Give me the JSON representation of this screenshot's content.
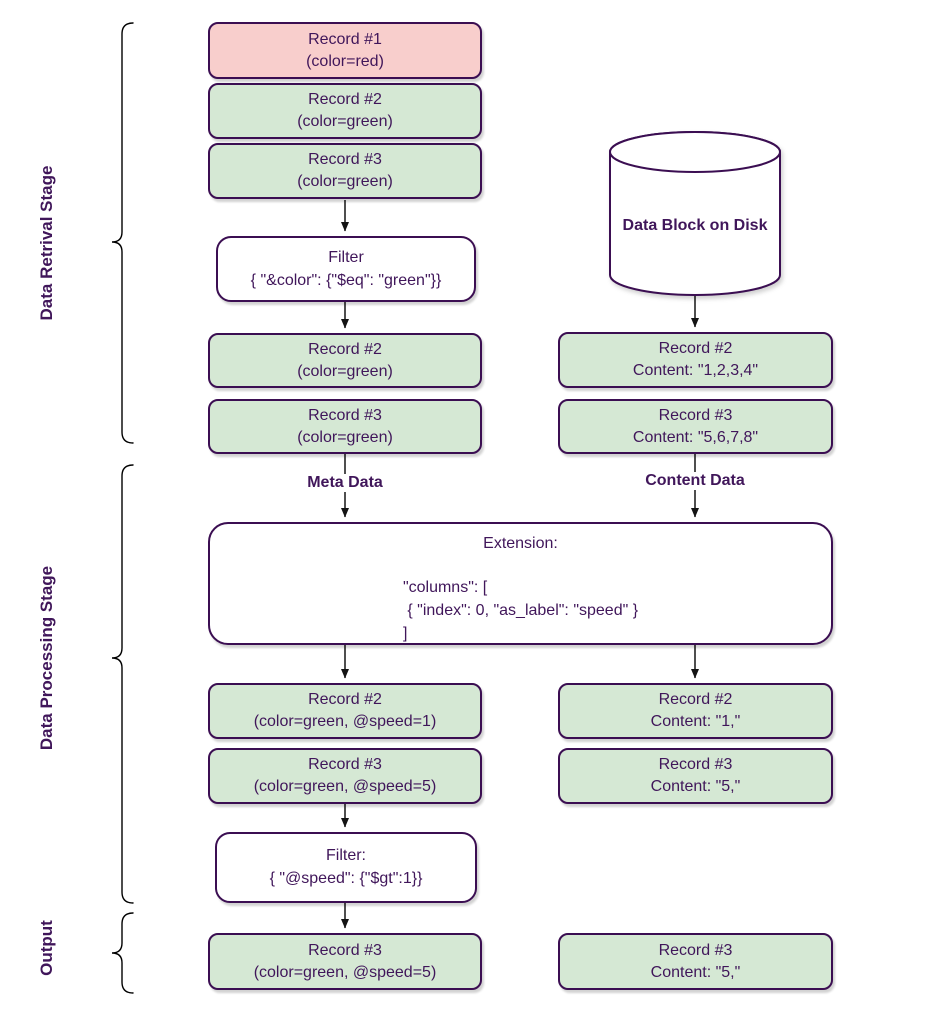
{
  "stage_labels": {
    "retrieval": "Data Retrival Stage",
    "processing": "Data Processing Stage",
    "output": "Output"
  },
  "column_labels": {
    "meta": "Meta Data",
    "content": "Content Data"
  },
  "nodes": {
    "record1_meta": {
      "title": "Record #1",
      "detail": "(color=red)"
    },
    "record2_meta": {
      "title": "Record #2",
      "detail": "(color=green)"
    },
    "record3_meta": {
      "title": "Record #3",
      "detail": "(color=green)"
    },
    "filter_color": {
      "title": "Filter",
      "detail": "{ \"&color\": {\"$eq\": \"green\"}}"
    },
    "record2_meta_filtered": {
      "title": "Record #2",
      "detail": "(color=green)"
    },
    "record3_meta_filtered": {
      "title": "Record #3",
      "detail": "(color=green)"
    },
    "data_block": {
      "title": "Data Block on Disk"
    },
    "record2_content": {
      "title": "Record #2",
      "detail": "Content: \"1,2,3,4\""
    },
    "record3_content": {
      "title": "Record #3",
      "detail": "Content: \"5,6,7,8\""
    },
    "extension": {
      "title": "Extension:",
      "code_lines": [
        "\"columns\": [",
        " { \"index\": 0, \"as_label\": \"speed\" }",
        "]"
      ]
    },
    "record2_speed": {
      "title": "Record #2",
      "detail": "(color=green, @speed=1)"
    },
    "record3_speed": {
      "title": "Record #3",
      "detail": "(color=green, @speed=5)"
    },
    "filter_speed": {
      "title": "Filter:",
      "detail": "{ \"@speed\": {\"$gt\":1}}"
    },
    "record3_output_meta": {
      "title": "Record #3",
      "detail": "(color=green, @speed=5)"
    },
    "record2_content_proj": {
      "title": "Record #2",
      "detail": "Content: \"1,\""
    },
    "record3_content_proj": {
      "title": "Record #3",
      "detail": "Content: \"5,\""
    },
    "record3_output_content": {
      "title": "Record #3",
      "detail": "Content: \"5,\""
    }
  },
  "colors": {
    "record_green_fill": "#d5e8d4",
    "record_red_fill": "#f8cecc",
    "node_border": "#3b0e52",
    "text": "#40165a",
    "connector": "#141414"
  }
}
